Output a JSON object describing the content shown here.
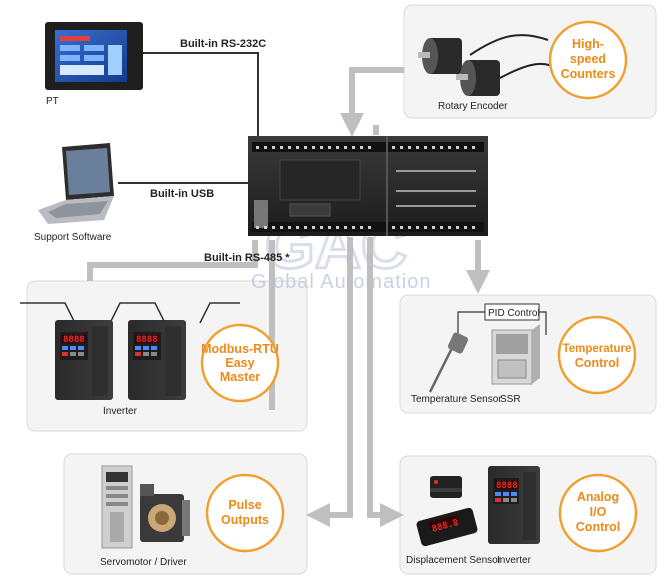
{
  "connections": {
    "rs232c": "Built-in RS-232C",
    "usb": "Built-in USB",
    "rs485": "Built-in RS-485 *"
  },
  "devices": {
    "pt": "PT",
    "support_software": "Support Software",
    "rotary_encoder": "Rotary Encoder",
    "inverter_modbus": "Inverter",
    "temperature_sensor": "Temperature Sensor",
    "ssr": "SSR",
    "pid_control": "PID Control",
    "servomotor_driver": "Servomotor / Driver",
    "displacement_sensor": "Displacement Sensor",
    "inverter_analog": "Inverter"
  },
  "functions": {
    "high_speed_counters": [
      "High-",
      "speed",
      "Counters"
    ],
    "modbus_rtu": [
      "Modbus-RTU",
      "Easy",
      "Master"
    ],
    "temperature_control": [
      "Temperature",
      "Control"
    ],
    "pulse_outputs": [
      "Pulse",
      "Outputs"
    ],
    "analog_io": [
      "Analog",
      "I/O",
      "Control"
    ]
  },
  "watermark": {
    "logo": "GAC",
    "text": "Global Automation"
  },
  "colors": {
    "accent": "#ec8a1a",
    "panel": "#f4f4f4",
    "wire": "#bfbfbf"
  }
}
